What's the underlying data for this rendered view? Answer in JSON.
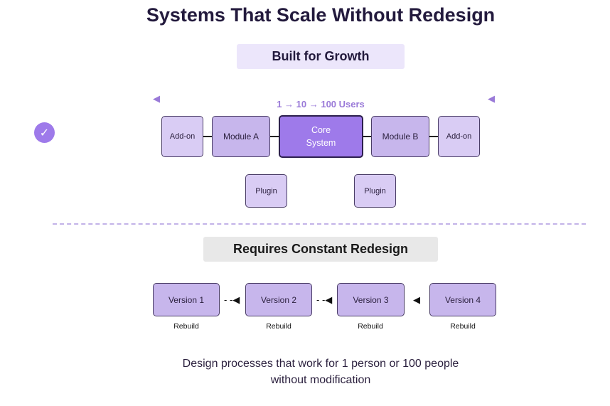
{
  "title": "Systems That Scale Without Redesign",
  "growth": {
    "label": "Built for Growth",
    "users": "1 → 10 → 100 Users",
    "core_line1": "Core",
    "core_line2": "System",
    "module_a": "Module A",
    "module_b": "Module B",
    "addon": "Add-on",
    "plugin": "Plugin"
  },
  "redesign": {
    "label": "Requires Constant Redesign",
    "versions": [
      "Version 1",
      "Version 2",
      "Version 3",
      "Version 4"
    ],
    "rebuild": "Rebuild"
  },
  "footer": {
    "line1": "Design processes that work for 1 person or 100 people",
    "line2": "without modification"
  },
  "colors": {
    "accent": "#9e7aea",
    "module": "#c7b6ec",
    "addon": "#d9ccf4",
    "growth_label_bg": "#ece6fb",
    "redesign_label_bg": "#e8e8e8"
  }
}
